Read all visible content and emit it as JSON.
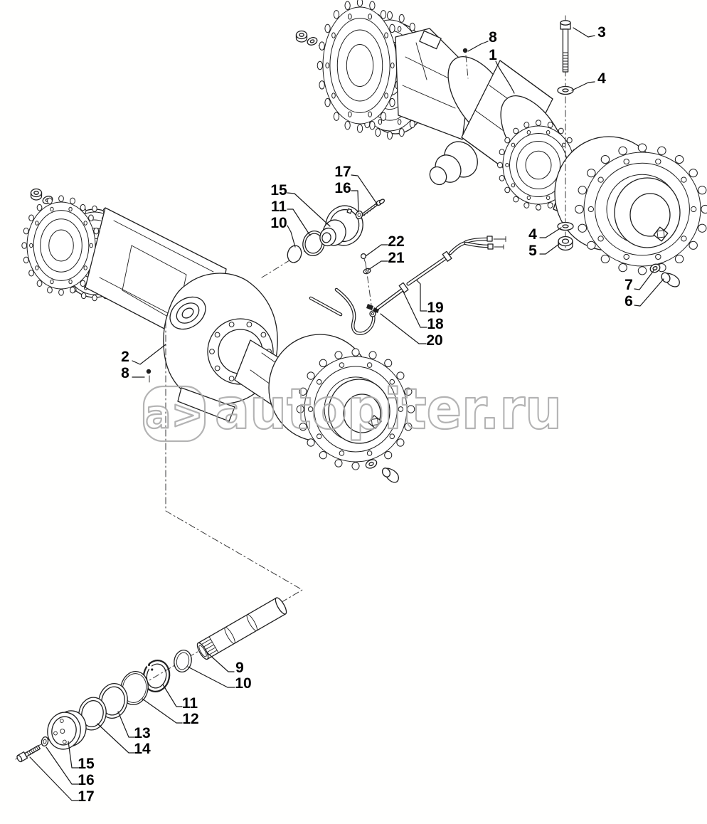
{
  "figure": {
    "type": "exploded-parts-diagram",
    "subject": "axle assemblies with numbered part callouts"
  },
  "colors": {
    "background": "#ffffff",
    "line": "#1f1f1f",
    "label": "#000000",
    "watermark": "#ababab"
  },
  "watermark": {
    "logo_text": "a>",
    "site_text": "autopiter.ru"
  },
  "callouts": [
    "8",
    "1",
    "3",
    "4",
    "17",
    "16",
    "15",
    "11",
    "10",
    "22",
    "21",
    "4",
    "5",
    "7",
    "6",
    "2",
    "8",
    "19",
    "18",
    "20",
    "9",
    "10",
    "11",
    "12",
    "13",
    "14",
    "15",
    "16",
    "17"
  ]
}
